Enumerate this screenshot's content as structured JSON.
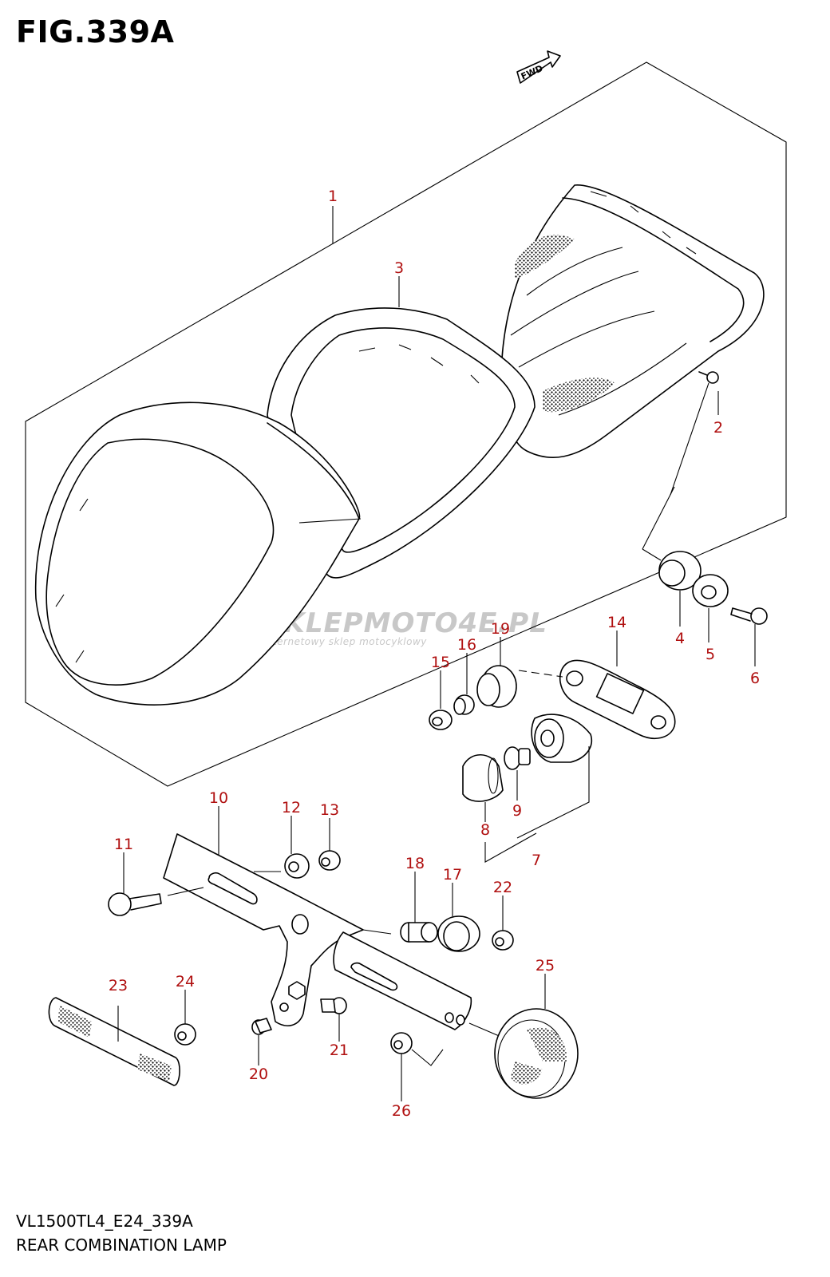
{
  "figure": {
    "title": "FIG.339A",
    "model_code": "VL1500TL4_E24_339A",
    "caption": "REAR COMBINATION LAMP",
    "fwd_label": "FWD"
  },
  "watermark": {
    "brand": "SKLEPMOTO4E.PL",
    "tagline": "internetowy sklep motocyklowy"
  },
  "colors": {
    "callout": "#b01010",
    "watermark": "#c8c8c8"
  },
  "callouts": [
    "1",
    "2",
    "3",
    "4",
    "5",
    "6",
    "7",
    "8",
    "9",
    "10",
    "11",
    "12",
    "13",
    "14",
    "15",
    "16",
    "17",
    "18",
    "19",
    "20",
    "21",
    "22",
    "23",
    "24",
    "25",
    "26"
  ]
}
